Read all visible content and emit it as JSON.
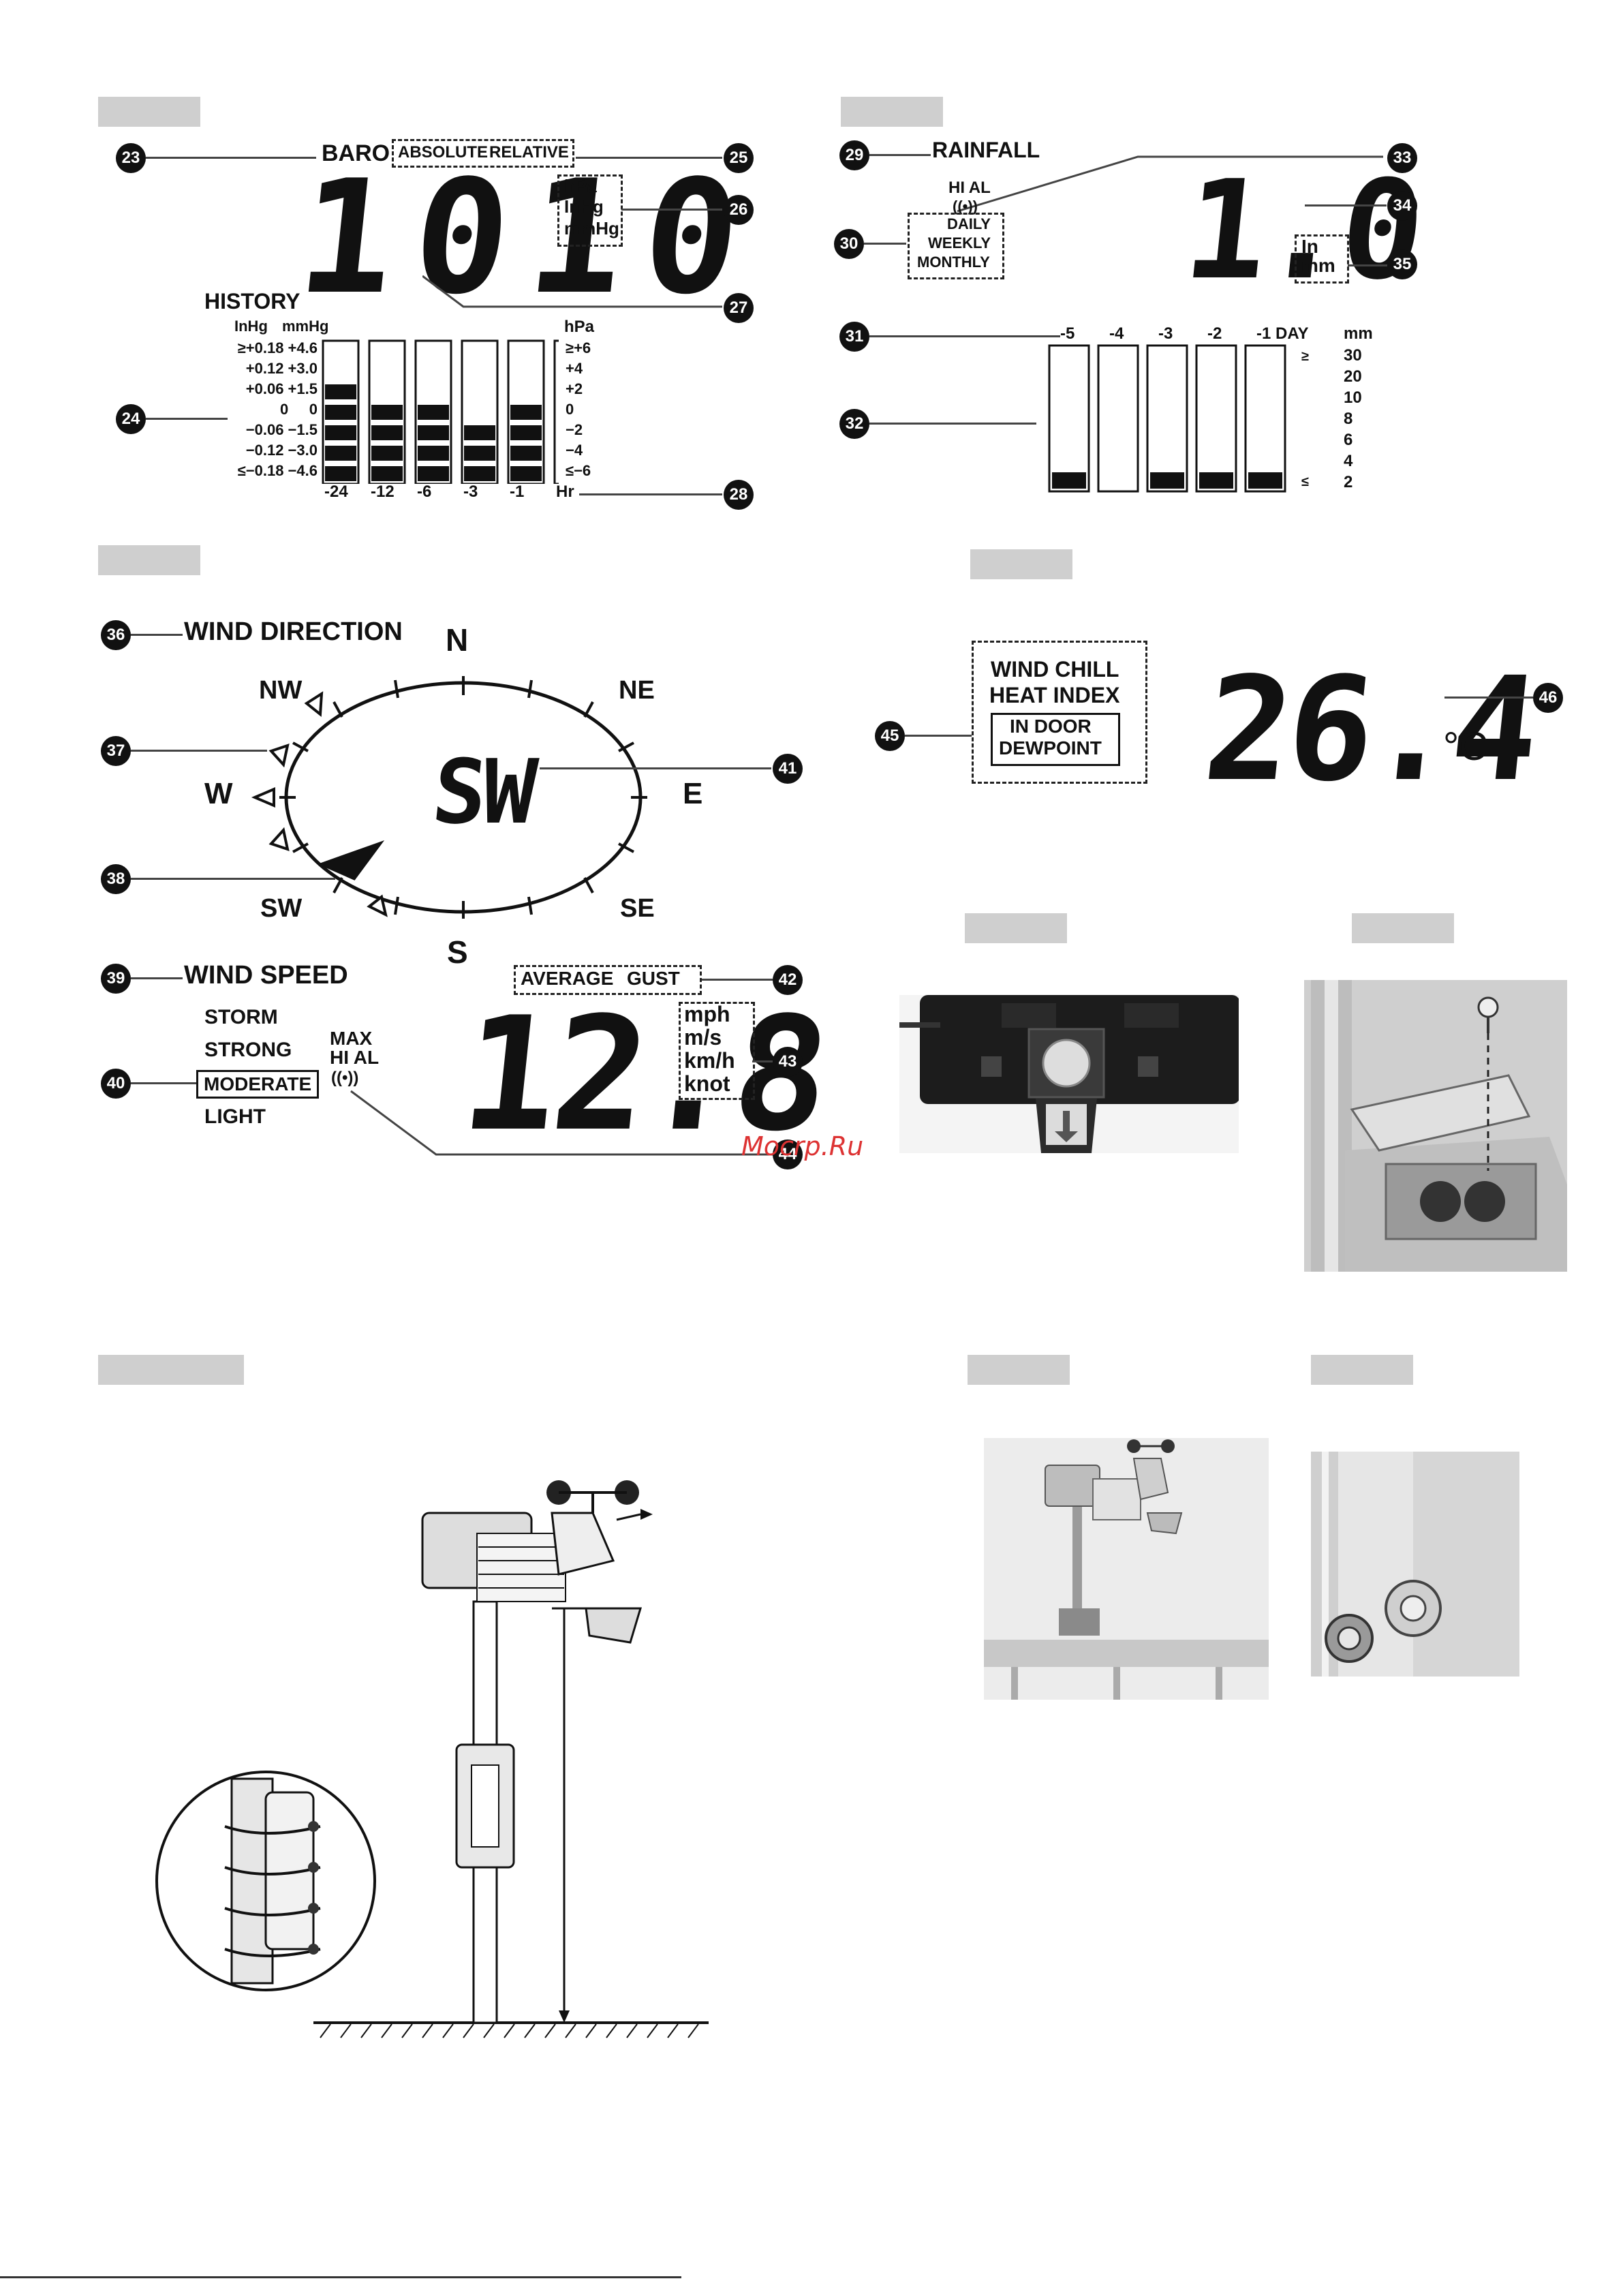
{
  "baro": {
    "title": "BARO",
    "absolute": "ABSOLUTE",
    "relative": "RELATIVE",
    "value": "1010",
    "units": [
      "hPa",
      "InHg",
      "mmHg"
    ],
    "history": "HISTORY",
    "col_inhg": "InHg",
    "col_mmhg": "mmHg",
    "col_hpa": "hPa",
    "rows_left": [
      "≥+0.18 +4.6",
      "+0.12 +3.0",
      "+0.06 +1.5",
      "0     0",
      "−0.06 −1.5",
      "−0.12 −3.0",
      "≤−0.18 −4.6"
    ],
    "rows_right": [
      "≥+6",
      "+4",
      "+2",
      "0",
      "−2",
      "−4",
      "≤−6"
    ],
    "x_labels": [
      "-24",
      "-12",
      "-6",
      "-3",
      "-1",
      "Hr"
    ],
    "callouts": [
      "23",
      "24",
      "25",
      "26",
      "27",
      "28"
    ]
  },
  "rain": {
    "title": "RAINFALL",
    "hial": "HI AL",
    "alarm": "((•))",
    "daily": "DAILY",
    "weekly": "WEEKLY",
    "monthly": "MONTHLY",
    "value": "1.0",
    "unit_in": "In",
    "unit_mm": "mm",
    "x_labels": [
      "-5",
      "-4",
      "-3",
      "-2",
      "-1 DAY"
    ],
    "y_unit": "mm",
    "y_labels": [
      "30",
      "20",
      "10",
      "8",
      "6",
      "4",
      "2"
    ],
    "y_ge": "≥",
    "y_le": "≤",
    "callouts": [
      "29",
      "30",
      "31",
      "32",
      "33",
      "34",
      "35"
    ]
  },
  "wind": {
    "title": "WIND DIRECTION",
    "dir_n": "N",
    "dir_ne": "NE",
    "dir_e": "E",
    "dir_se": "SE",
    "dir_s": "S",
    "dir_sw": "SW",
    "dir_w": "W",
    "dir_nw": "NW",
    "center": "SW",
    "speed_title": "WIND SPEED",
    "storm": "STORM",
    "strong": "STRONG",
    "moderate": "MODERATE",
    "light": "LIGHT",
    "max": "MAX",
    "hial": "HI AL",
    "alarm": "((•))",
    "average": "AVERAGE",
    "gust": "GUST",
    "speed": "12.8",
    "units": [
      "mph",
      "m/s",
      "km/h",
      "knot"
    ],
    "callouts": [
      "36",
      "37",
      "38",
      "39",
      "40",
      "41",
      "42",
      "43",
      "44"
    ]
  },
  "temp": {
    "wind_chill": "WIND CHILL",
    "heat_index": "HEAT INDEX",
    "in_door": "IN DOOR",
    "dewpoint": "DEWPOINT",
    "value": "26.4",
    "unit": "°C",
    "callouts": [
      "45",
      "46"
    ]
  },
  "watermark": "Moсrp.Ru"
}
